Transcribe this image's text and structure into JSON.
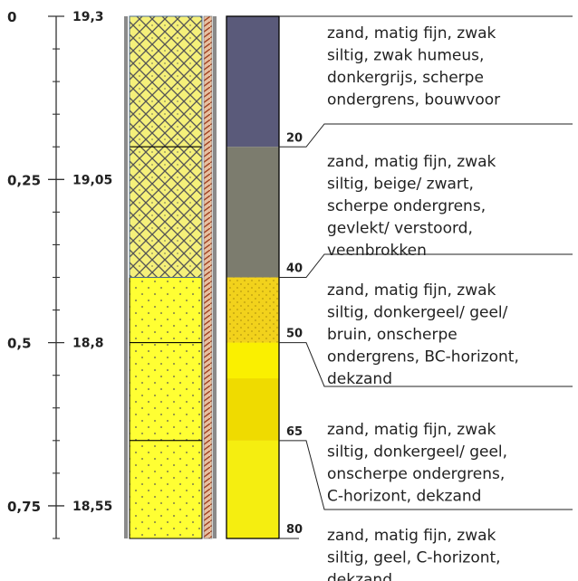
{
  "depth_axis": {
    "unit": "m",
    "ticks": [
      {
        "depth": 0,
        "label": "0",
        "nap": "19,3"
      },
      {
        "depth": 0.25,
        "label": "0,25",
        "nap": "19,05"
      },
      {
        "depth": 0.5,
        "label": "0,5",
        "nap": "18,8"
      },
      {
        "depth": 0.75,
        "label": "0,75",
        "nap": "18,55"
      }
    ],
    "minor_ticks": [
      0.05,
      0.1,
      0.15,
      0.2,
      0.3,
      0.35,
      0.4,
      0.45,
      0.55,
      0.6,
      0.65,
      0.7,
      0.8
    ]
  },
  "lithology_column": {
    "layers": [
      {
        "top": 0,
        "bottom": 0.2,
        "pattern": "crosshatch"
      },
      {
        "top": 0.2,
        "bottom": 0.4,
        "pattern": "crosshatch"
      },
      {
        "top": 0.4,
        "bottom": 0.5,
        "pattern": "sand-dots"
      },
      {
        "top": 0.5,
        "bottom": 0.65,
        "pattern": "sand-dots"
      },
      {
        "top": 0.65,
        "bottom": 0.8,
        "pattern": "sand-dots"
      }
    ]
  },
  "color_column": {
    "layers": [
      {
        "top": 0,
        "bottom": 0.2,
        "color": "#5a5a7a",
        "boundary_label": "20"
      },
      {
        "top": 0.2,
        "bottom": 0.4,
        "color": "#7c7c6e",
        "boundary_label": "40"
      },
      {
        "top": 0.4,
        "bottom": 0.5,
        "color": "#f2d21c",
        "pattern": "dots",
        "boundary_label": "50"
      },
      {
        "top": 0.5,
        "bottom": 0.65,
        "color": "#f2e000",
        "boundary_label": "65"
      },
      {
        "top": 0.65,
        "bottom": 0.8,
        "color": "#f5ee10",
        "boundary_label": "80"
      }
    ],
    "sublayers": [
      {
        "top": 0.5,
        "bottom": 0.555,
        "color": "#faf000"
      },
      {
        "top": 0.555,
        "bottom": 0.65,
        "color": "#efdb00"
      }
    ]
  },
  "descriptions": [
    [
      "zand, matig fijn, zwak",
      "siltig, zwak humeus,",
      "donkergrijs, scherpe",
      "ondergrens, bouwvoor"
    ],
    [
      "zand, matig fijn, zwak",
      "siltig, beige/ zwart,",
      "scherpe ondergrens,",
      "gevlekt/ verstoord,",
      "veenbrokken"
    ],
    [
      "zand, matig fijn, zwak",
      "siltig, donkergeel/ geel/",
      "bruin, onscherpe",
      "ondergrens, BC-horizont,",
      "dekzand"
    ],
    [
      "zand, matig fijn, zwak",
      "siltig, donkergeel/ geel,",
      "onscherpe ondergrens,",
      "C-horizont, dekzand"
    ],
    [
      "zand, matig fijn, zwak",
      "siltig, geel, C-horizont,",
      "dekzand"
    ]
  ],
  "colors": {
    "sand_yellow": "#ffff33",
    "crosshatch_yellow": "#f5f07a",
    "pattern_line": "#555555",
    "column_border": "#000000",
    "axis": "#333333"
  }
}
